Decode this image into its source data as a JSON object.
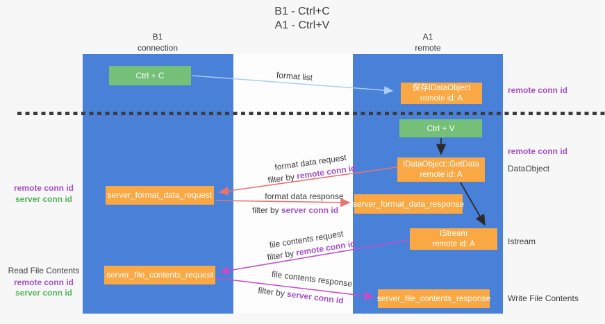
{
  "title": {
    "line1": "B1 - Ctrl+C",
    "line2": "A1 - Ctrl+V"
  },
  "lifelines": {
    "left": {
      "name": "B1",
      "role": "connection"
    },
    "right": {
      "name": "A1",
      "role": "remote"
    }
  },
  "boxes": {
    "ctrl_c": {
      "label": "Ctrl + C"
    },
    "save_idataobject": {
      "line1": "保存IDataObject",
      "line2": "remote id: A"
    },
    "ctrl_v": {
      "label": "Ctrl + V"
    },
    "idataobject_getdata": {
      "line1": "IDataObject::GetData",
      "line2": "remote id: A"
    },
    "server_format_data_request": {
      "label": "server_format_data_request"
    },
    "server_format_data_response": {
      "label": "server_format_data_response"
    },
    "istream": {
      "line1": "IStream",
      "line2": "remote id: A"
    },
    "server_file_contents_request": {
      "label": "server_file_contents_request"
    },
    "server_file_contents_response": {
      "label": "server_file_contents_response"
    }
  },
  "arrow_labels": {
    "format_list": "format list",
    "format_data_request": "format data request",
    "filter_by_remote_1": {
      "prefix": "filter by ",
      "id": "remote conn id"
    },
    "format_data_response": "format data response",
    "filter_by_server_1": {
      "prefix": "filter by ",
      "id": "server conn id"
    },
    "file_contents_request": "file contents request",
    "filter_by_remote_2": {
      "prefix": "filter by ",
      "id": "remote conn id"
    },
    "file_contents_response": "file contents response",
    "filter_by_server_2": {
      "prefix": "filter by ",
      "id": "server conn id"
    }
  },
  "side_labels": {
    "right": {
      "remote_conn_id_top": "remote conn id",
      "remote_conn_id_mid": "remote conn id",
      "dataobject": "DataObject",
      "istream": "Istream",
      "write_file_contents": "Write File Contents"
    },
    "left": {
      "remote_conn_id_1": "remote conn id",
      "server_conn_id_1": "server conn id",
      "read_file_contents": "Read File Contents",
      "remote_conn_id_2": "remote conn id",
      "server_conn_id_2": "server conn id"
    }
  },
  "colors": {
    "lifeline_blue": "#4a81d8",
    "box_green": "#74c078",
    "box_orange": "#f9a843",
    "accent_purple": "#a64fc8",
    "accent_green": "#55b35c",
    "arrow_salmon": "#e8736f",
    "arrow_magenta": "#c24fc9",
    "arrow_light_blue": "#a9cef2",
    "arrow_black": "#2b2b2b"
  }
}
